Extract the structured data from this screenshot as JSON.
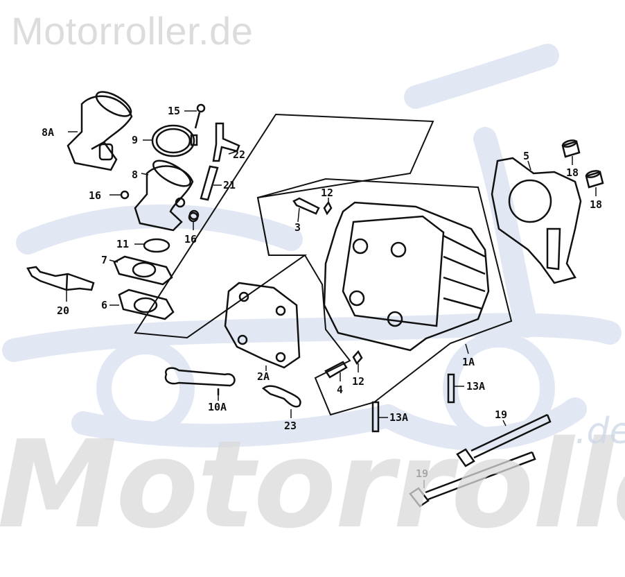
{
  "watermark": {
    "top_text": "Motorroller.de",
    "bottom_text": "Motorroller",
    "tld_text": ".de"
  },
  "colors": {
    "ink": "#111111",
    "watermark_gray": "#dcdcdc",
    "watermark_blue": "#c9d6ea"
  },
  "callouts": {
    "c8A": "8A",
    "c15": "15",
    "c9": "9",
    "c22": "22",
    "c8": "8",
    "c21": "21",
    "c16a": "16",
    "c16b": "16",
    "c11": "11",
    "c7": "7",
    "c6": "6",
    "c20": "20",
    "c12a": "12",
    "c3": "3",
    "c5": "5",
    "c18a": "18",
    "c18b": "18",
    "c2A": "2A",
    "c10A": "10A",
    "c23": "23",
    "c4": "4",
    "c12b": "12",
    "c1A": "1A",
    "c13Aa": "13A",
    "c13Ab": "13A",
    "c19a": "19",
    "c19b": "19"
  }
}
